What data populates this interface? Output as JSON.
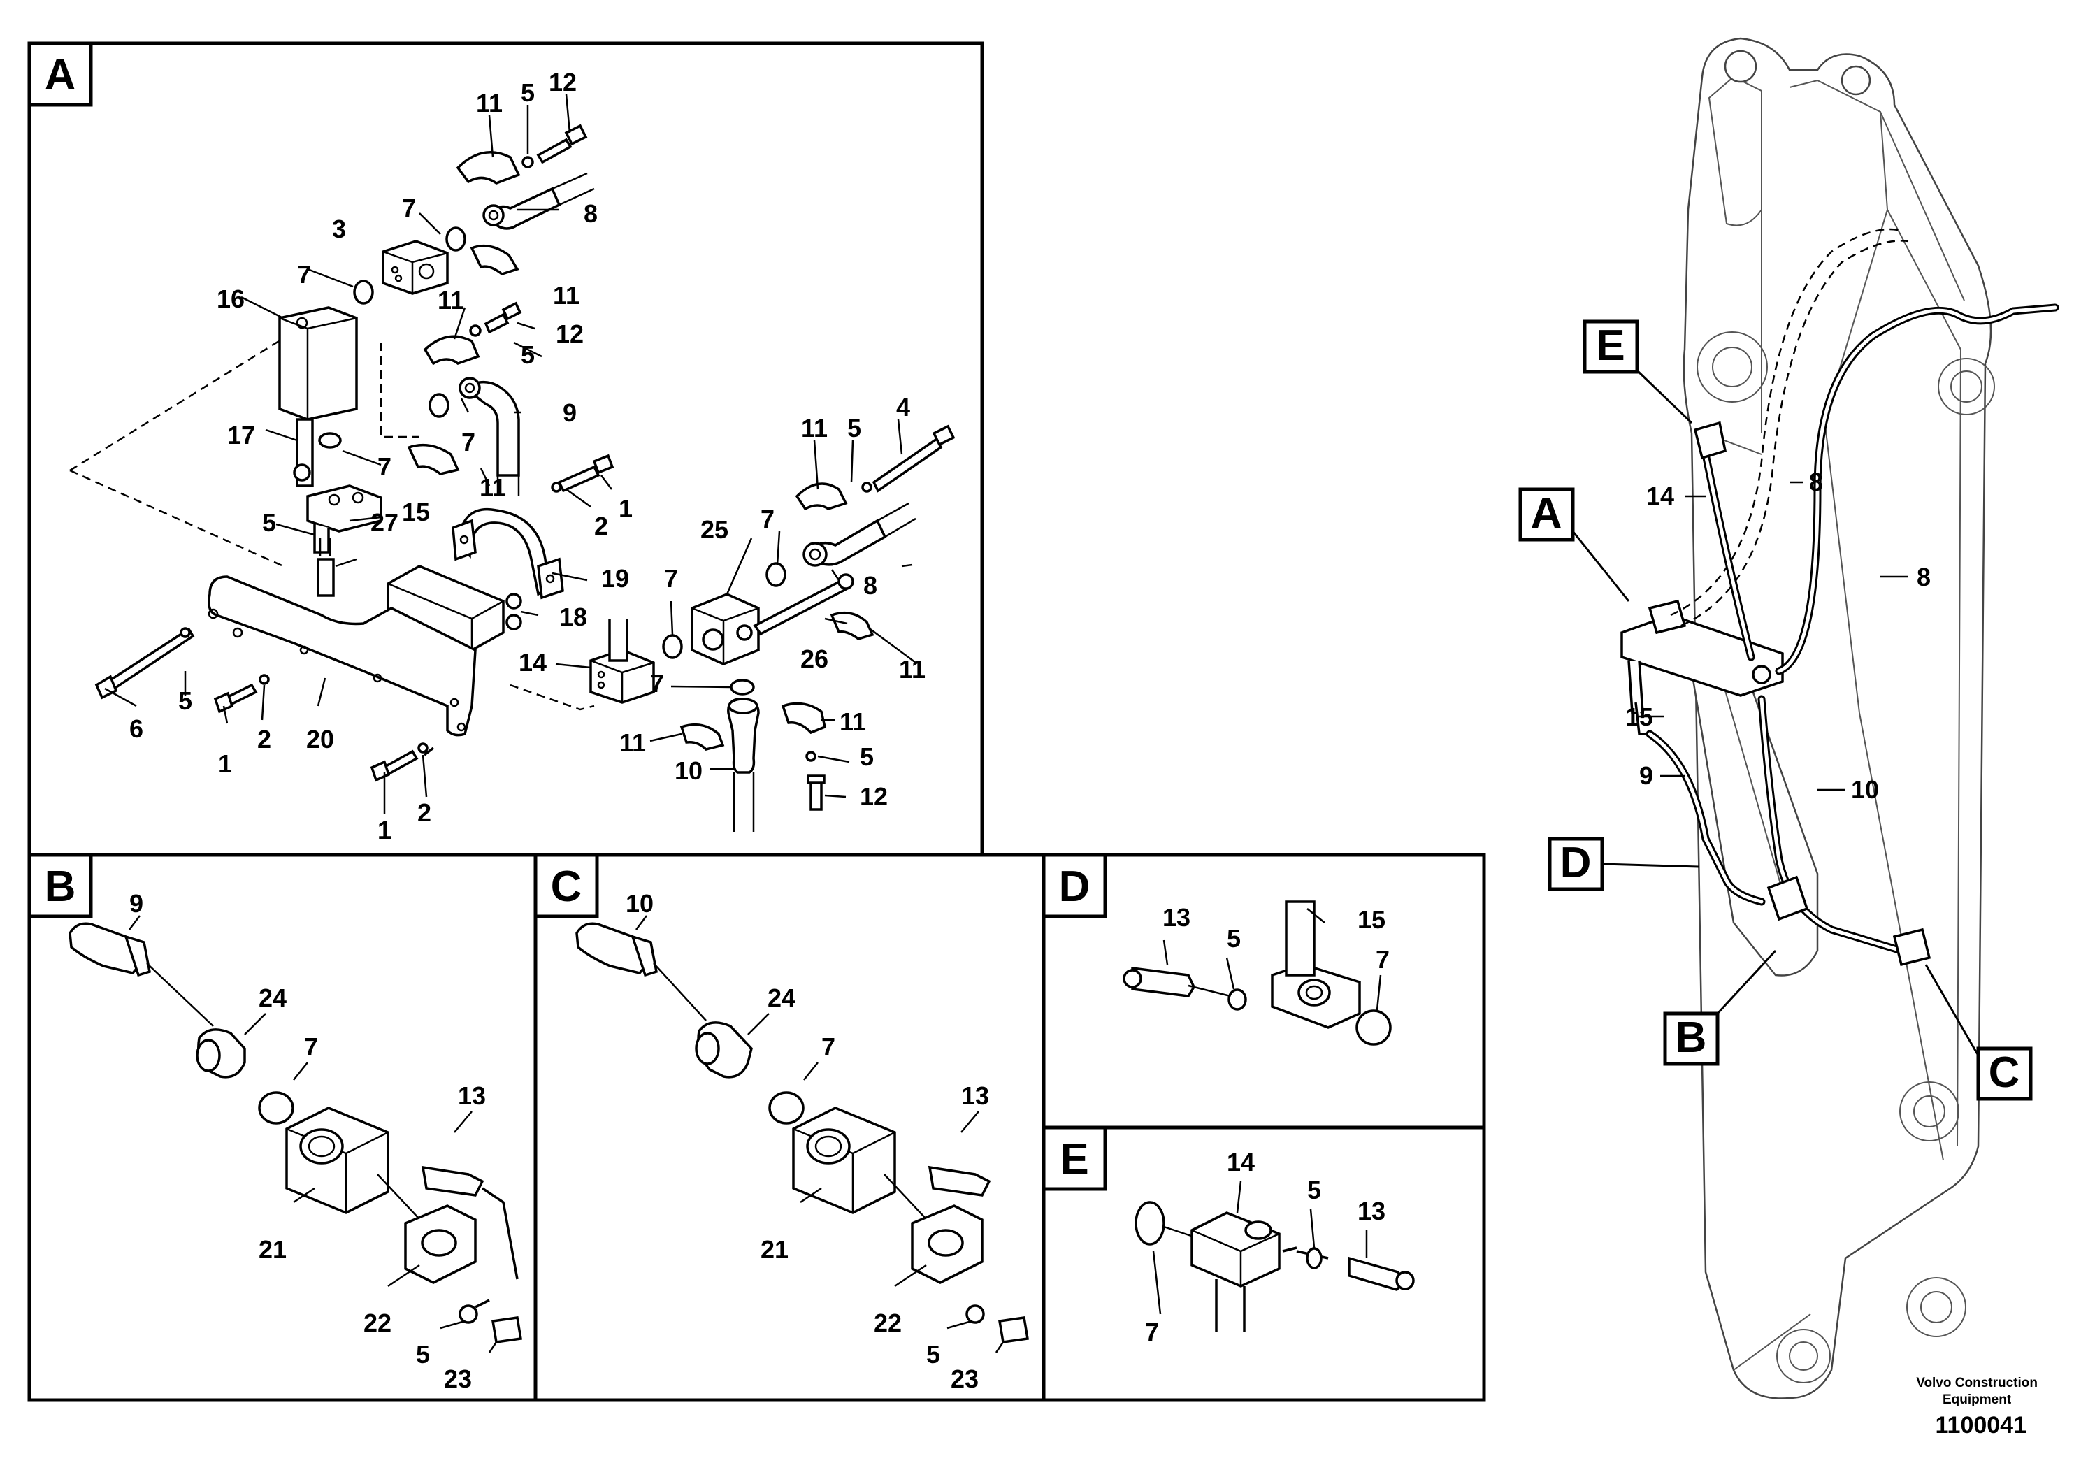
{
  "panels": {
    "A": "A",
    "B": "B",
    "C": "C",
    "D": "D",
    "E": "E"
  },
  "overview": {
    "A": "A",
    "B": "B",
    "C": "C",
    "D": "D",
    "E": "E"
  },
  "callouts": {
    "p1": "1",
    "p2": "2",
    "p3": "3",
    "p4": "4",
    "p5": "5",
    "p6": "6",
    "p7": "7",
    "p8": "8",
    "p9": "9",
    "p10": "10",
    "p11": "11",
    "p12": "12",
    "p13": "13",
    "p14": "14",
    "p15": "15",
    "p16": "16",
    "p17": "17",
    "p18": "18",
    "p19": "19",
    "p20": "20",
    "p21": "21",
    "p22": "22",
    "p23": "23",
    "p24": "24",
    "p25": "25",
    "p26": "26",
    "p27": "27"
  },
  "footer": {
    "brand_line1": "Volvo Construction",
    "brand_line2": "Equipment",
    "drawing_number": "1100041"
  }
}
